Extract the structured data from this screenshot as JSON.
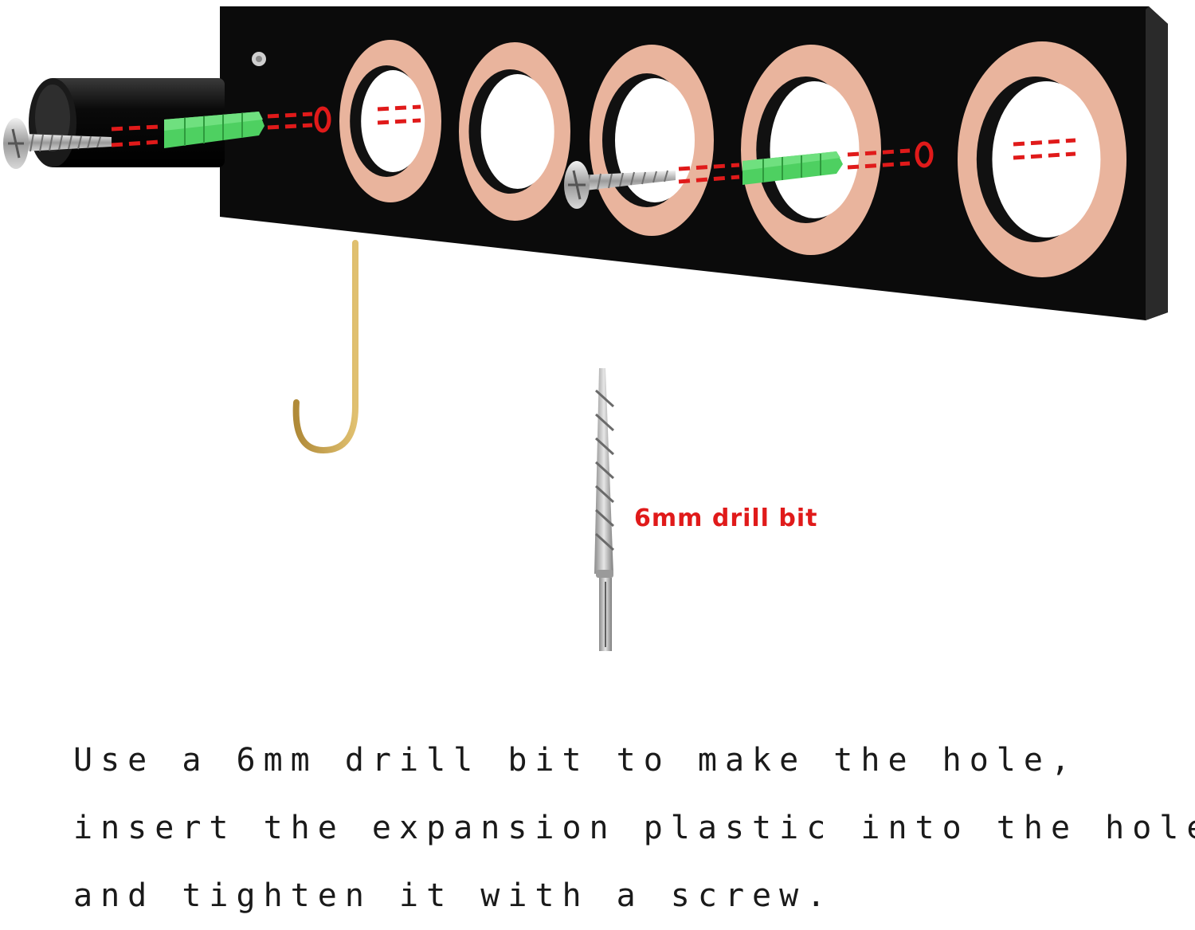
{
  "colors": {
    "rack": "#0b0b0b",
    "ring": "#e9b49d",
    "ring_hole": "#ffffff",
    "anchor": "#4ed061",
    "guide": "#e01a1a",
    "hook": "#c9a24a",
    "metal": "#b8b8b8"
  },
  "icons": [
    "screw-icon",
    "wall-anchor-icon",
    "drill-bit-icon",
    "hook-icon"
  ],
  "rings_count": 5,
  "drill_label": "6mm drill bit",
  "caption": {
    "line1": "Use a 6mm drill bit to make the hole,",
    "line2": "insert the expansion plastic into the hole,",
    "line3": "and tighten it with a screw."
  }
}
